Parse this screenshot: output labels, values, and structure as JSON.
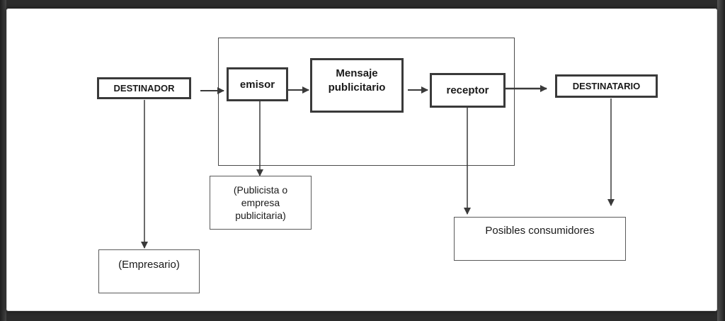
{
  "diagram": {
    "nodes": {
      "destinador": "DESTINADOR",
      "emisor": "emisor",
      "mensaje_line1": "Mensaje",
      "mensaje_line2": "publicitario",
      "receptor": "receptor",
      "destinatario": "DESTINATARIO",
      "publicista_line1": "(Publicista o",
      "publicista_line2": "empresa",
      "publicista_line3": "publicitaria)",
      "empresario": "(Empresario)",
      "consumidores": "Posibles consumidores"
    },
    "edges": [
      {
        "from": "destinador",
        "to": "emisor"
      },
      {
        "from": "emisor",
        "to": "mensaje"
      },
      {
        "from": "mensaje",
        "to": "receptor"
      },
      {
        "from": "receptor",
        "to": "destinatario"
      },
      {
        "from": "destinador",
        "to": "empresario"
      },
      {
        "from": "emisor",
        "to": "publicista"
      },
      {
        "from": "receptor",
        "to": "consumidores"
      },
      {
        "from": "destinatario",
        "to": "consumidores"
      }
    ],
    "colors": {
      "line": "#3a3a3a",
      "background": "#ffffff",
      "frame": "#2b2b2b"
    }
  }
}
